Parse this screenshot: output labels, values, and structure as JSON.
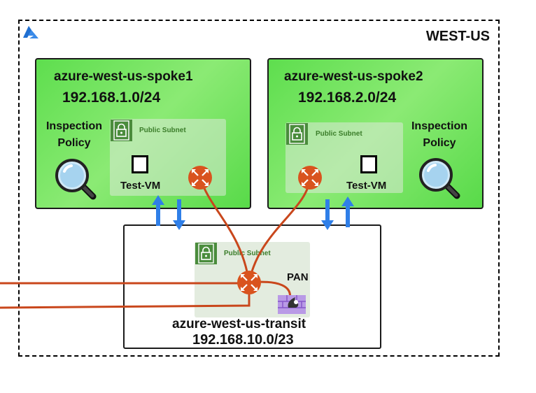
{
  "region": {
    "label": "WEST-US",
    "icon": "azure-logo-icon"
  },
  "spoke1": {
    "title": "azure-west-us-spoke1",
    "cidr": "192.168.1.0/24",
    "policy_line1": "Inspection",
    "policy_line2": "Policy",
    "subnet_label": "Public Subnet",
    "vm_label": "Test-VM"
  },
  "spoke2": {
    "title": "azure-west-us-spoke2",
    "cidr": "192.168.2.0/24",
    "policy_line1": "Inspection",
    "policy_line2": "Policy",
    "subnet_label": "Public Subnet",
    "vm_label": "Test-VM"
  },
  "transit": {
    "title": "azure-west-us-transit",
    "cidr": "192.168.10.0/23",
    "subnet_label": "Public Subnet",
    "firewall_label": "PAN"
  },
  "colors": {
    "vnet_green": "#5ede4e",
    "connection_orange": "#c9471c",
    "router_orange": "#d9531e",
    "traffic_arrow_blue": "#2f7fe8",
    "subnet_lock_green": "#4a8c3c",
    "firewall_purple": "#9a6fd6"
  }
}
